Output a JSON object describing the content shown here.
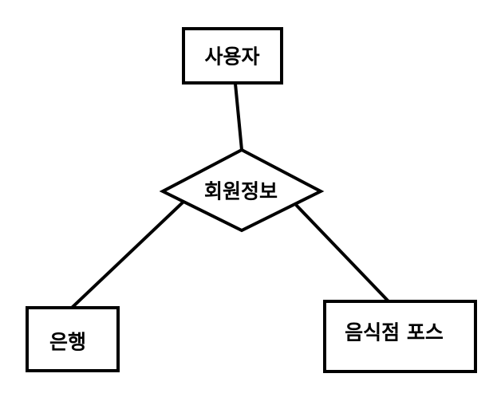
{
  "diagram": {
    "entities": {
      "user": "사용자",
      "bank": "은행",
      "pos": "음식점 포스"
    },
    "relationship": {
      "label": "회원정보"
    }
  }
}
